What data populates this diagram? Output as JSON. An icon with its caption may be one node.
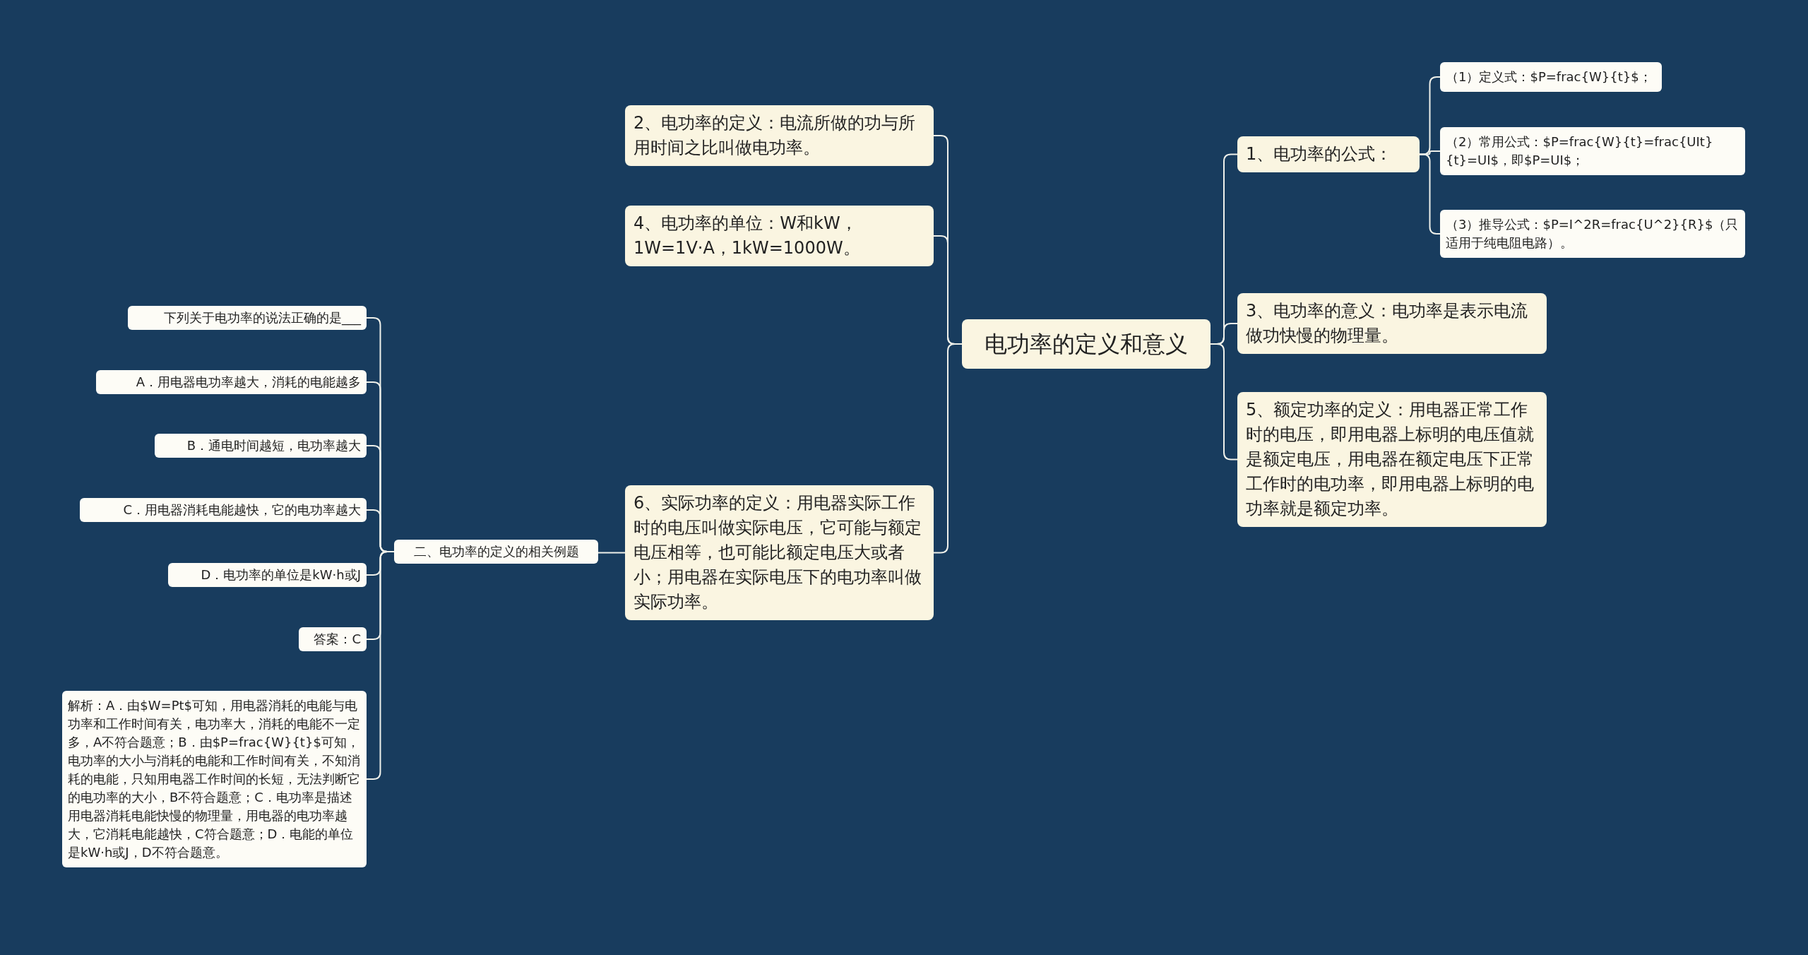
{
  "diagram": {
    "nodes": [
      {
        "text": [
          "电功率的定义和意义"
        ]
      },
      {
        "text": [
          "2、电功率的定义：电流所做的功与所用时间之比叫做电功率。"
        ]
      },
      {
        "text": [
          "4、电功率的单位：W和kW，1W=1V·A，1kW=1000W。"
        ]
      },
      {
        "text": [
          "6、实际功率的定义：用电器实际工作时的电压叫做实际电压，它可能与额定电压相等，也可能比额定电压大或者小；用电器在实际电压下的电功率叫做实际功率。"
        ]
      },
      {
        "text": [
          "二、电功率的定义的相关例题"
        ]
      },
      {
        "text": [
          "下列关于电功率的说法正确的是___"
        ]
      },
      {
        "text": [
          "A．用电器电功率越大，消耗的电能越多"
        ]
      },
      {
        "text": [
          "B．通电时间越短，电功率越大"
        ]
      },
      {
        "text": [
          "C．用电器消耗电能越快，它的电功率越大"
        ]
      },
      {
        "text": [
          "D．电功率的单位是kW·h或J"
        ]
      },
      {
        "text": [
          "答案：C"
        ]
      },
      {
        "text": [
          "解析：A．由$W=Pt$可知，用电器消耗的电能与电功率和工作时间有关，电功率大，消耗的电能不一定多，A不符合题意；B．由$P=frac{W}{t}$可知，电功率的大小与消耗的电能和工作时间有关，不知消耗的电能，只知用电器工作时间的长短，无法判断它的电功率的大小，B不符合题意；C．电功率是描述用电器消耗电能快慢的物理量，用电器的电功率越大，它消耗电能越快，C符合题意；D．电能的单位是kW·h或J，D不符合题意。"
        ]
      },
      {
        "text": [
          "1、电功率的公式："
        ]
      },
      {
        "text": [
          "（1）定义式：$P=frac{W}{t}$；"
        ]
      },
      {
        "text": [
          "（2）常用公式：$P=frac{W}{t}=frac{UIt}{t}=UI$，即$P=UI$；"
        ]
      },
      {
        "text": [
          "（3）推导公式：$P=I^2R=frac{U^2}{R}$（只适用于纯电阻电路）。"
        ]
      },
      {
        "text": [
          "3、电功率的意义：电功率是表示电流做功快慢的物理量。"
        ]
      },
      {
        "text": [
          "5、额定功率的定义：用电器正常工作时的电压，即用电器上标明的电压值就是额定电压，用电器在额定电压下正常工作时的电功率，即用电器上标明的电功率就是额定功率。"
        ]
      }
    ],
    "edges": [
      {
        "from": 0,
        "to": 1,
        "arrow": "none"
      },
      {
        "from": 0,
        "to": 2,
        "arrow": "none"
      },
      {
        "from": 0,
        "to": 3,
        "arrow": "none"
      },
      {
        "from": 3,
        "to": 4,
        "arrow": "none"
      },
      {
        "from": 4,
        "to": 5,
        "arrow": "none"
      },
      {
        "from": 4,
        "to": 6,
        "arrow": "none"
      },
      {
        "from": 4,
        "to": 7,
        "arrow": "none"
      },
      {
        "from": 4,
        "to": 8,
        "arrow": "none"
      },
      {
        "from": 4,
        "to": 9,
        "arrow": "none"
      },
      {
        "from": 4,
        "to": 10,
        "arrow": "none"
      },
      {
        "from": 4,
        "to": 11,
        "arrow": "none"
      },
      {
        "from": 0,
        "to": 12,
        "arrow": "none"
      },
      {
        "from": 12,
        "to": 13,
        "arrow": "none"
      },
      {
        "from": 12,
        "to": 14,
        "arrow": "none"
      },
      {
        "from": 12,
        "to": 15,
        "arrow": "none"
      },
      {
        "from": 0,
        "to": 16,
        "arrow": "none"
      },
      {
        "from": 0,
        "to": 17,
        "arrow": "none"
      }
    ]
  }
}
